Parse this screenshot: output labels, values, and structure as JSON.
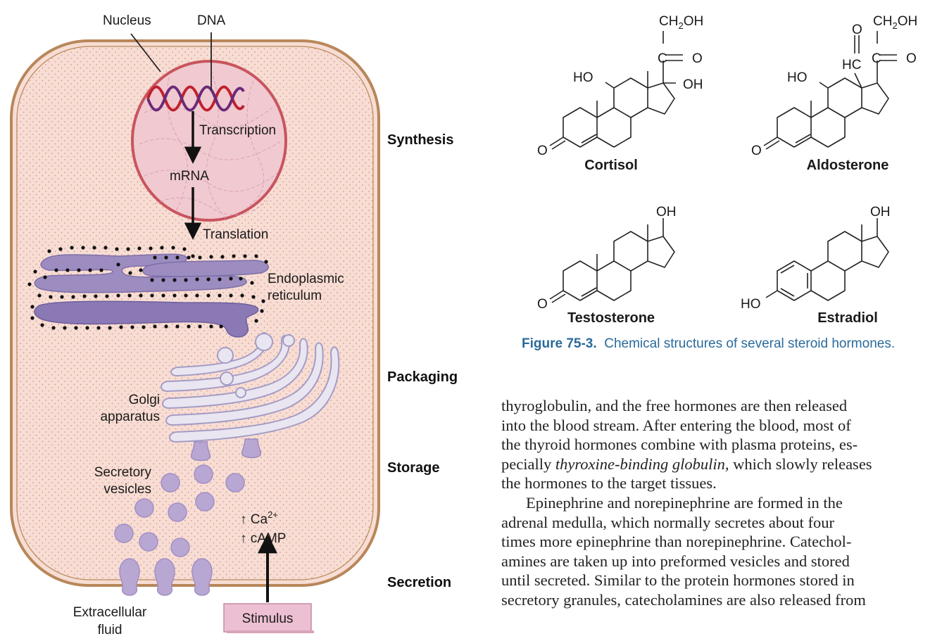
{
  "diagram": {
    "labels": {
      "nucleus": "Nucleus",
      "dna": "DNA",
      "transcription": "Transcription",
      "mrna": "mRNA",
      "translation": "Translation",
      "er_line1": "Endoplasmic",
      "er_line2": "reticulum",
      "golgi_line1": "Golgi",
      "golgi_line2": "apparatus",
      "vesicles_line1": "Secretory",
      "vesicles_line2": "vesicles",
      "ca": "↑ Ca",
      "ca_sup": "2+",
      "camp": "↑ cAMP",
      "extracellular_line1": "Extracellular",
      "extracellular_line2": "fluid",
      "stimulus": "Stimulus"
    },
    "stages": [
      "Synthesis",
      "Packaging",
      "Storage",
      "Secretion"
    ]
  },
  "figure": {
    "hormones": [
      "Cortisol",
      "Aldosterone",
      "Testosterone",
      "Estradiol"
    ],
    "atoms": {
      "ch2oh": "CH",
      "sub2": "2",
      "oh_tail": "OH",
      "c": "C",
      "o": "O",
      "ho": "HO",
      "oh": "OH",
      "hc": "HC"
    },
    "caption_number": "Figure 75-3.",
    "caption_text": "Chemical structures of several steroid hormones."
  },
  "text": {
    "p1_lines": [
      "thyroglobulin, and the free hormones are then released",
      "into the blood stream. After entering the blood, most of",
      "the thyroid hormones combine with plasma proteins, es-"
    ],
    "p1_l4_pre": "pecially ",
    "p1_l4_em": "thyroxine-binding globulin,",
    "p1_l4_post": " which slowly releases",
    "p1_l5": "the hormones to the target tissues.",
    "p2_lines": [
      "Epinephrine and norepinephrine are formed in the",
      "adrenal medulla, which normally secretes about four",
      "times more epinephrine than norepinephrine. Catechol-",
      "amines are taken up into preformed vesicles and stored",
      "until secreted. Similar to the protein hormones stored in",
      "secretory granules, catecholamines are also released from"
    ]
  },
  "colors": {
    "cell_fill": "#f7ddd4",
    "cell_border": "#b8875a",
    "nucleus_fill": "#f0cad0",
    "nucleus_border": "#c8555e",
    "er_fill": "#9c8cc0",
    "golgi_fill": "#e9e6f2",
    "vesicle_fill": "#b9a7d3",
    "stimulus_fill": "#ecc0d2",
    "caption": "#2a6a9a"
  }
}
